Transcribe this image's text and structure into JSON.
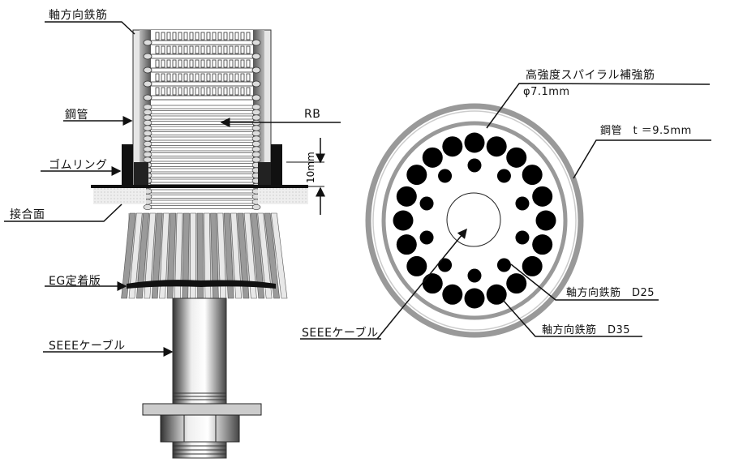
{
  "left_figure": {
    "axial_rebar_label": "軸方向鉄筋",
    "steel_pipe_label": "鋼管",
    "rb_label": "RB",
    "rubber_ring_label": "ゴムリング",
    "gap_dimension_label": "10mm",
    "joint_surface_label": "接合面",
    "eg_anchor_plate_label": "EG定着版",
    "seee_cable_label": "SEEEケーブル"
  },
  "right_figure": {
    "spiral_label": "高強度スパイラル補強筋",
    "spiral_diameter": "φ7.1mm",
    "steel_pipe_label": "鋼管　t ＝9.5mm",
    "axial_rebar_d25_label": "軸方向鉄筋　D25",
    "axial_rebar_d35_label": "軸方向鉄筋　D35",
    "seee_cable_label": "SEEEケーブル",
    "d35_count": 20,
    "d25_count": 10
  },
  "colors": {
    "pipe": "#9a9a9a",
    "rebar": "#000000",
    "line": "#111111"
  }
}
